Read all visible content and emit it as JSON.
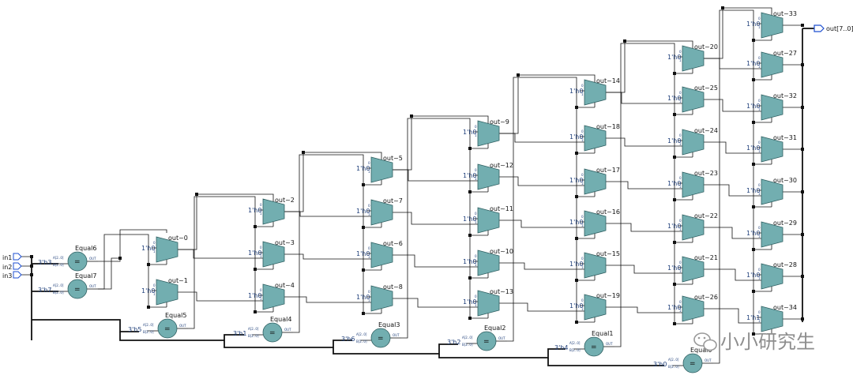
{
  "inputs": [
    "in1",
    "in2",
    "in3"
  ],
  "output": "out[7..0]",
  "comparators": [
    {
      "name": "Equal6",
      "const": "3'h3",
      "op": "=",
      "port_a": "A[2..0]",
      "port_b": "B[2..0]",
      "port_out": "OUT"
    },
    {
      "name": "Equal7",
      "const": "3'h7",
      "op": "=",
      "port_a": "A[2..0]",
      "port_b": "B[2..0]",
      "port_out": "OUT"
    },
    {
      "name": "Equal5",
      "const": "3'h5",
      "op": "=",
      "port_a": "A[2..0]",
      "port_b": "B[2..0]",
      "port_out": "OUT"
    },
    {
      "name": "Equal4",
      "const": "3'h1",
      "op": "=",
      "port_a": "A[2..0]",
      "port_b": "B[2..0]",
      "port_out": "OUT"
    },
    {
      "name": "Equal3",
      "const": "3'h6",
      "op": "=",
      "port_a": "A[2..0]",
      "port_b": "B[2..0]",
      "port_out": "OUT"
    },
    {
      "name": "Equal2",
      "const": "3'h2",
      "op": "=",
      "port_a": "A[2..0]",
      "port_b": "B[2..0]",
      "port_out": "OUT"
    },
    {
      "name": "Equal1",
      "const": "3'h4",
      "op": "=",
      "port_a": "A[2..0]",
      "port_b": "B[2..0]",
      "port_out": "OUT"
    },
    {
      "name": "Equal0",
      "const": "3'h0",
      "op": "=",
      "port_a": "A[2..0]",
      "port_b": "B[2..0]",
      "port_out": "OUT"
    }
  ],
  "mux_ports": {
    "sel0": "0",
    "sel1": "1"
  },
  "mux_columns": [
    [
      {
        "name": "out~0",
        "const": "1'h0"
      },
      {
        "name": "out~1",
        "const": "1'h0"
      }
    ],
    [
      {
        "name": "out~2",
        "const": "1'h0"
      },
      {
        "name": "out~3",
        "const": "1'h0"
      },
      {
        "name": "out~4",
        "const": "1'h0"
      }
    ],
    [
      {
        "name": "out~5",
        "const": "1'h0"
      },
      {
        "name": "out~7",
        "const": "1'h0"
      },
      {
        "name": "out~6",
        "const": "1'h0"
      },
      {
        "name": "out~8",
        "const": "1'h0"
      }
    ],
    [
      {
        "name": "out~9",
        "const": "1'h0"
      },
      {
        "name": "out~12",
        "const": "1'h0"
      },
      {
        "name": "out~11",
        "const": "1'h0"
      },
      {
        "name": "out~10",
        "const": "1'h0"
      },
      {
        "name": "out~13",
        "const": "1'h0"
      }
    ],
    [
      {
        "name": "out~14",
        "const": "1'h0"
      },
      {
        "name": "out~18",
        "const": "1'h0"
      },
      {
        "name": "out~17",
        "const": "1'h0"
      },
      {
        "name": "out~16",
        "const": "1'h0"
      },
      {
        "name": "out~15",
        "const": "1'h0"
      },
      {
        "name": "out~19",
        "const": "1'h0"
      }
    ],
    [
      {
        "name": "out~20",
        "const": "1'h0"
      },
      {
        "name": "out~25",
        "const": "1'h0"
      },
      {
        "name": "out~24",
        "const": "1'h0"
      },
      {
        "name": "out~23",
        "const": "1'h0"
      },
      {
        "name": "out~22",
        "const": "1'h0"
      },
      {
        "name": "out~21",
        "const": "1'h0"
      },
      {
        "name": "out~26",
        "const": "1'h0"
      }
    ],
    [
      {
        "name": "out~33",
        "const": "1'h0"
      },
      {
        "name": "out~27",
        "const": "1'h0"
      },
      {
        "name": "out~32",
        "const": "1'h0"
      },
      {
        "name": "out~31",
        "const": "1'h0"
      },
      {
        "name": "out~30",
        "const": "1'h0"
      },
      {
        "name": "out~29",
        "const": "1'h0"
      },
      {
        "name": "out~28",
        "const": "1'h0"
      },
      {
        "name": "out~34",
        "const": "1'h1"
      }
    ]
  ],
  "watermark": "小小研究生",
  "colors": {
    "block_fill": "#72aeb0",
    "block_stroke": "#2f5f61",
    "wire": "#111111",
    "port_label": "#1f3f7a",
    "output_port": "#1e4fd0"
  }
}
